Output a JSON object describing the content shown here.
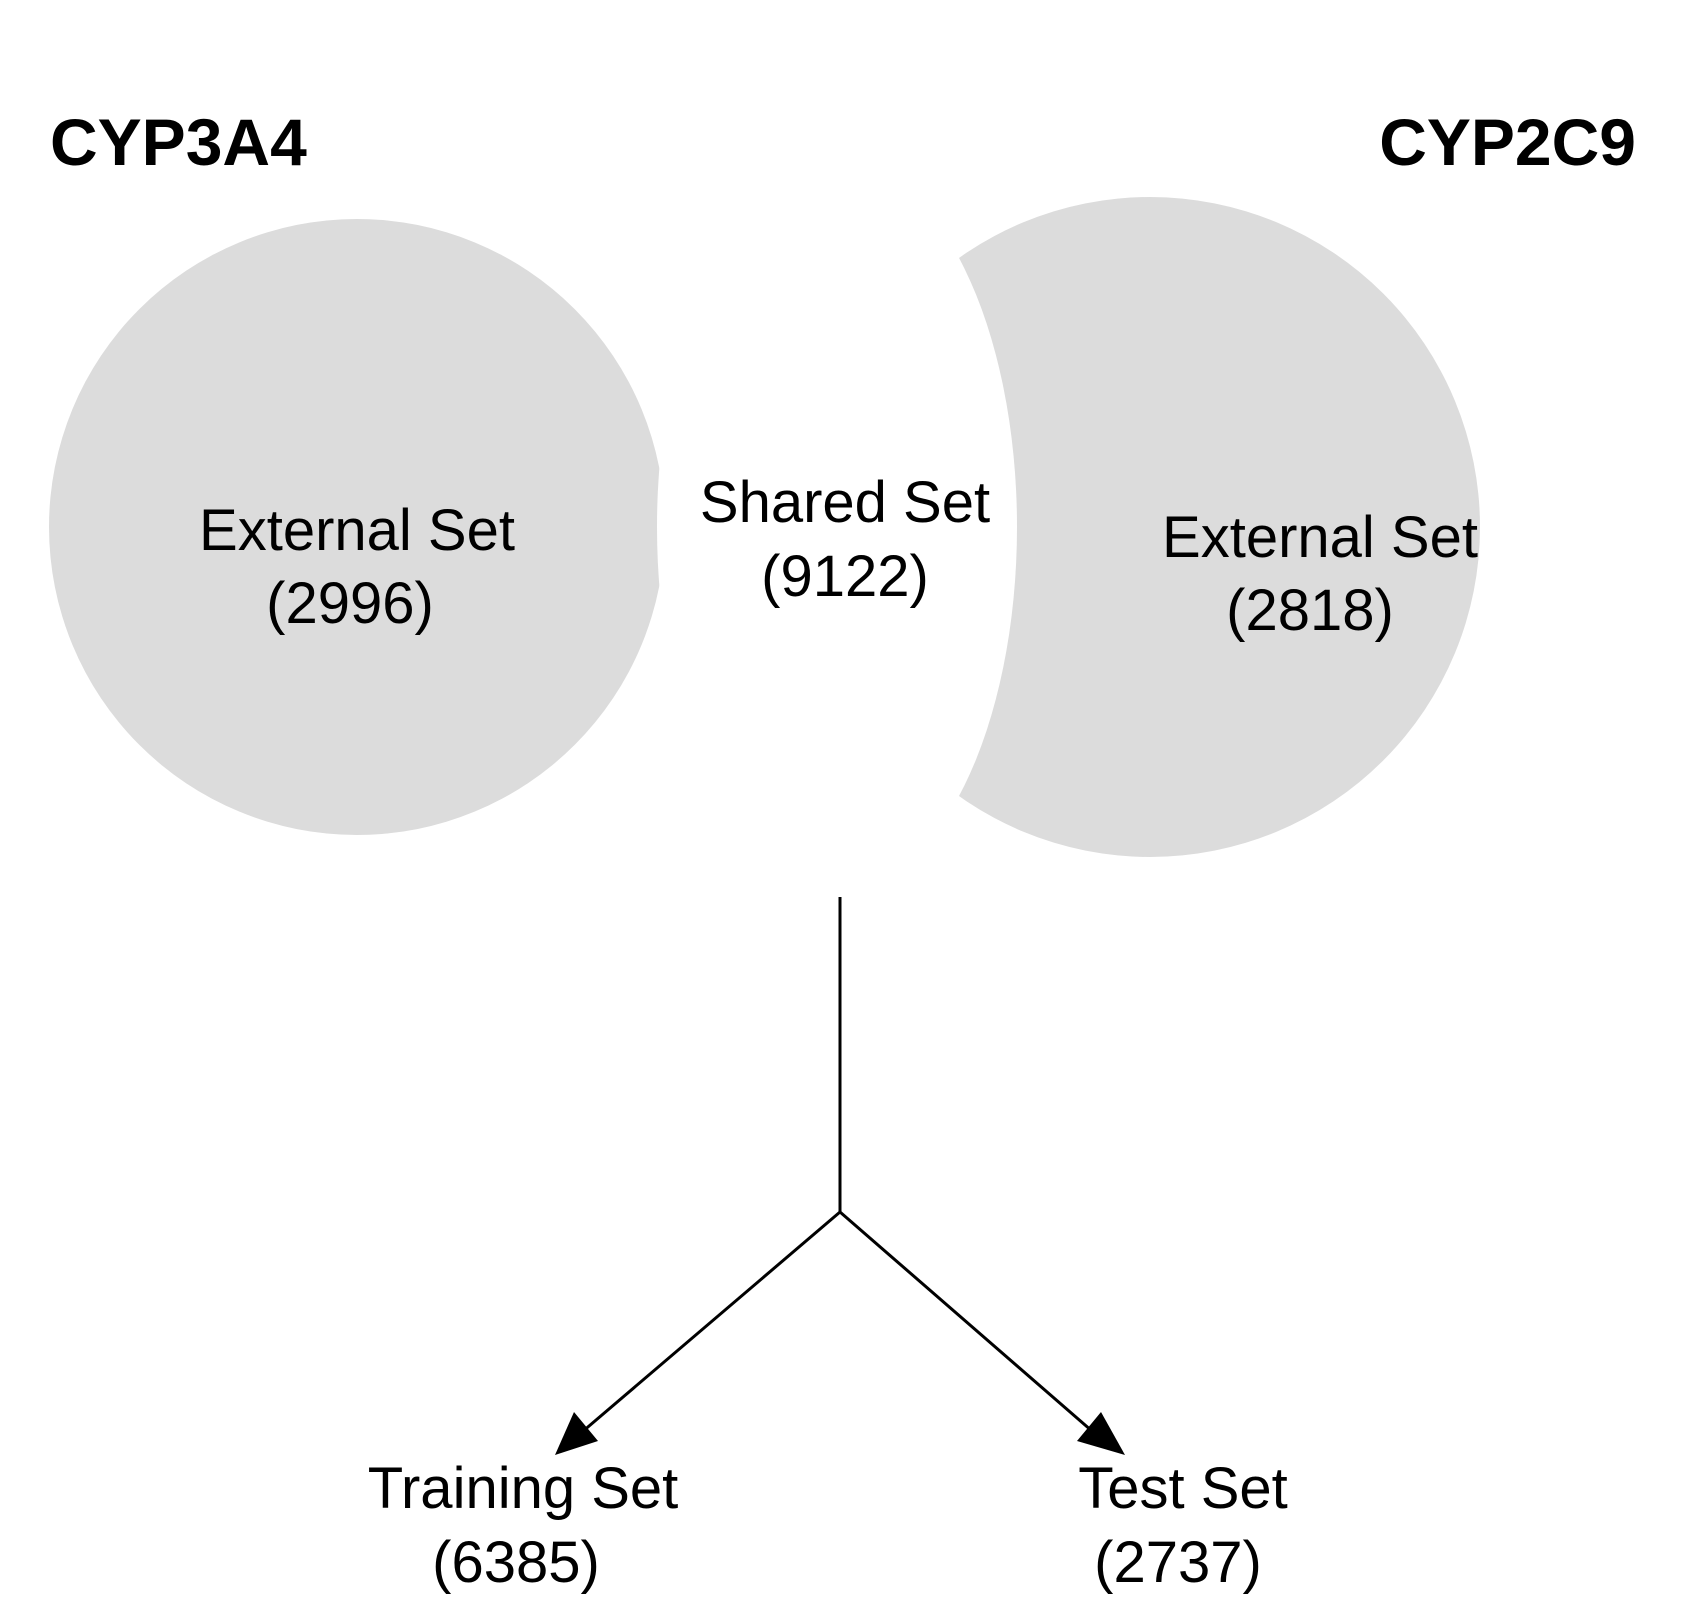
{
  "sets": {
    "left": {
      "title": "CYP3A4",
      "region_label": "External Set",
      "region_count": "(2996)"
    },
    "right": {
      "title": "CYP2C9",
      "region_label": "External Set",
      "region_count": "(2818)"
    },
    "shared": {
      "label": "Shared Set",
      "count": "(9122)"
    }
  },
  "split": {
    "training": {
      "label": "Training Set",
      "count": "(6385)"
    },
    "test": {
      "label": "Test Set",
      "count": "(2737)"
    }
  },
  "colors": {
    "circle_fill": "#dcdcdc",
    "overlap_fill": "#ffffff",
    "line": "#000000",
    "text": "#000000"
  }
}
